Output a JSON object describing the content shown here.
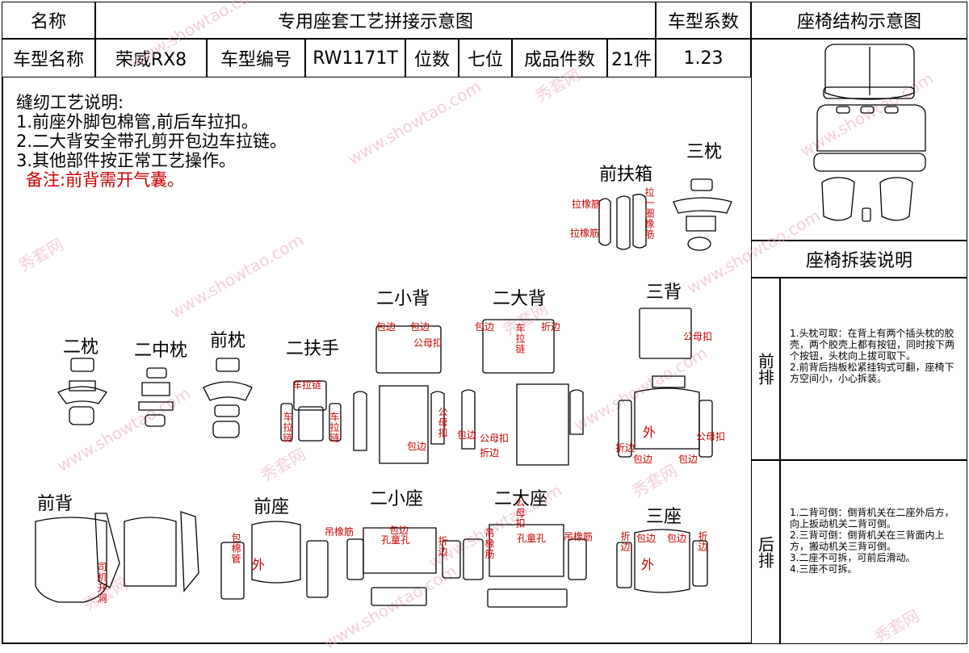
{
  "header": {
    "name_label": "名称",
    "title": "专用座套工艺拼接示意图",
    "coef_label": "车型系数",
    "structure_title": "座椅结构示意图",
    "model_name_label": "车型名称",
    "model_name": "荣威RX8",
    "model_code_label": "车型编号",
    "model_code": "RW1171T",
    "seats_label": "位数",
    "seats": "七位",
    "pieces_label": "成品件数",
    "pieces": "21件",
    "coef": "1.23"
  },
  "notes": {
    "heading": "缝纫工艺说明:",
    "line1": "1.前座外脚包棉管,前后车拉扣。",
    "line2": "2.二大背安全带孔剪开包边车拉链。",
    "line3": "3.其他部件按正常工艺操作。",
    "remark": "备注:前背需开气囊。"
  },
  "parts": {
    "armbox": "前扶箱",
    "headrest3": "三枕",
    "back2s": "二小背",
    "back2l": "二大背",
    "back3": "三背",
    "headrest2": "二枕",
    "headrest2m": "二中枕",
    "headrest_f": "前枕",
    "armrest2": "二扶手",
    "back_f": "前背",
    "seat_f": "前座",
    "seat2s": "二小座",
    "seat2l": "二大座",
    "seat3": "三座"
  },
  "annotations": {
    "lbl_pull_band": "拉橡筋",
    "lbl_pull_band2": "拉橡筋",
    "lbl_circle_band": "拉一圈橡筋",
    "lbl_edge": "包边",
    "lbl_fold": "折边",
    "lbl_snap": "公母扣",
    "lbl_zip": "车拉链",
    "lbl_outer": "外",
    "lbl_hang_band": "吊橡筋",
    "lbl_child_hole": "孔童孔",
    "lbl_wrap_tube": "包棉管",
    "lbl_open": "司机开洞"
  },
  "sidebar": {
    "disassembly_title": "座椅拆装说明",
    "front_label": "前排",
    "rear_label": "后排",
    "front_text": "1.头枕可取：在背上有两个插头枕的胶壳，两个胶壳上都有按钮，同时按下两个按钮，头枕向上拔可取下。\n2.前背后挡板松紧挂钩式可翻，座椅下方空间小，小心拆装。",
    "rear_text": "1.二背可倒：倒背机关在二座外后方，向上扳动机关二背可倒。\n2.三背可倒：倒背机关在三背面内上方，搬动机关三背可倒。\n3.二座不可拆，可前后滑动。\n4.三座不可拆。"
  },
  "watermark": {
    "text1": "秀套网",
    "text2": "www.showtao.com"
  },
  "colors": {
    "annotation": "#cc0000",
    "watermark": "#e8a9c8",
    "line": "#000000"
  }
}
